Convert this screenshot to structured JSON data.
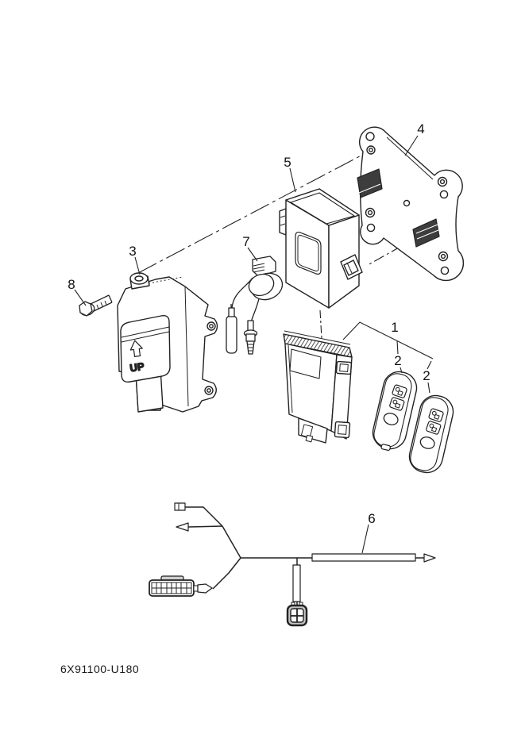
{
  "diagram": {
    "code": "6X91100-U180",
    "up_label": "UP",
    "colors": {
      "line": "#222222",
      "pad_fill": "#3d3d3d",
      "connector_fill": "#c4c4c4",
      "background": "#ffffff"
    }
  },
  "callouts": [
    {
      "label": "1"
    },
    {
      "label": "2"
    },
    {
      "label": "2"
    },
    {
      "label": "3"
    },
    {
      "label": "4"
    },
    {
      "label": "5"
    },
    {
      "label": "6"
    },
    {
      "label": "7"
    },
    {
      "label": "8"
    }
  ],
  "parts": [
    {
      "callout": "1",
      "shape": "control-unit-box"
    },
    {
      "callout": "2",
      "shape": "remote-transmitter-fob"
    },
    {
      "callout": "2",
      "shape": "remote-transmitter-fob"
    },
    {
      "callout": "3",
      "shape": "actuator-unit-with-up-arrow"
    },
    {
      "callout": "4",
      "shape": "mounting-bracket-plate"
    },
    {
      "callout": "5",
      "shape": "holder-case"
    },
    {
      "callout": "6",
      "shape": "wire-harness"
    },
    {
      "callout": "7",
      "shape": "buzzer-with-leads"
    },
    {
      "callout": "8",
      "shape": "bolt"
    }
  ]
}
